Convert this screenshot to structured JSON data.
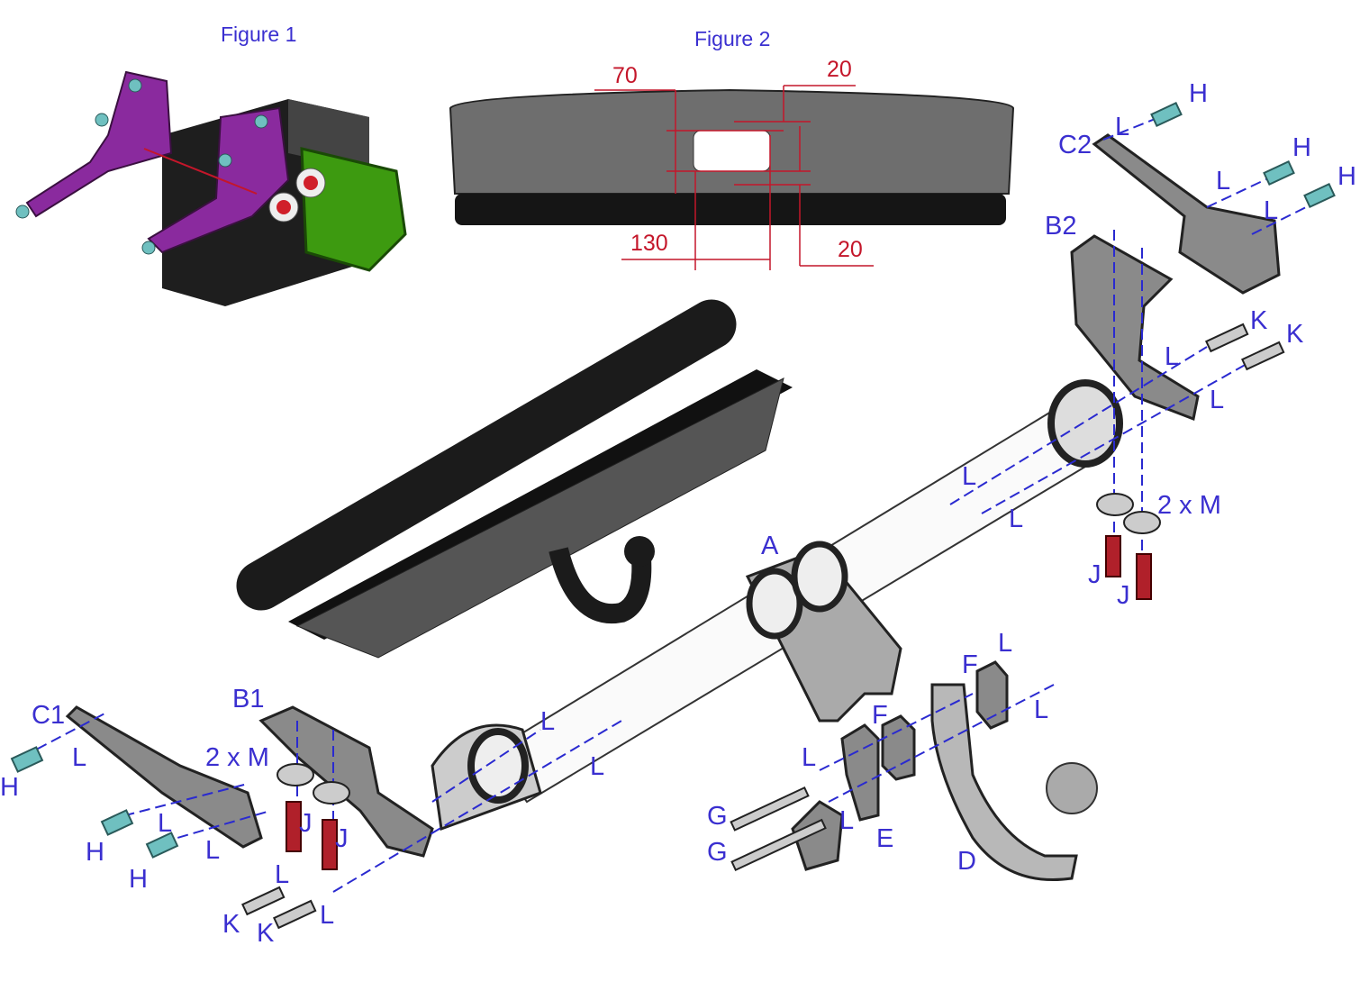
{
  "figures": {
    "figure1": "Figure 1",
    "figure2": "Figure 2"
  },
  "dimensions": [
    "70",
    "20",
    "130",
    "20"
  ],
  "labels": [
    "H",
    "C2",
    "L",
    "H",
    "L",
    "H",
    "L",
    "B2",
    "K",
    "K",
    "L",
    "L",
    "L",
    "L",
    "2 x M",
    "J",
    "J",
    "A",
    "C1",
    "L",
    "H",
    "B1",
    "2 x M",
    "J",
    "J",
    "H",
    "L",
    "L",
    "H",
    "L",
    "K",
    "K",
    "L",
    "L",
    "L",
    "L",
    "F",
    "F",
    "L",
    "L",
    "G",
    "G",
    "L",
    "E",
    "D"
  ],
  "colors": {
    "label": "#3a2fd0",
    "dimension": "#c4162a",
    "bracket_fig1": "#8a2a9e",
    "bracket_green": "#3d9a10",
    "bolt_red": "#b0202a",
    "bolt_teal": "#5fb8b8"
  }
}
